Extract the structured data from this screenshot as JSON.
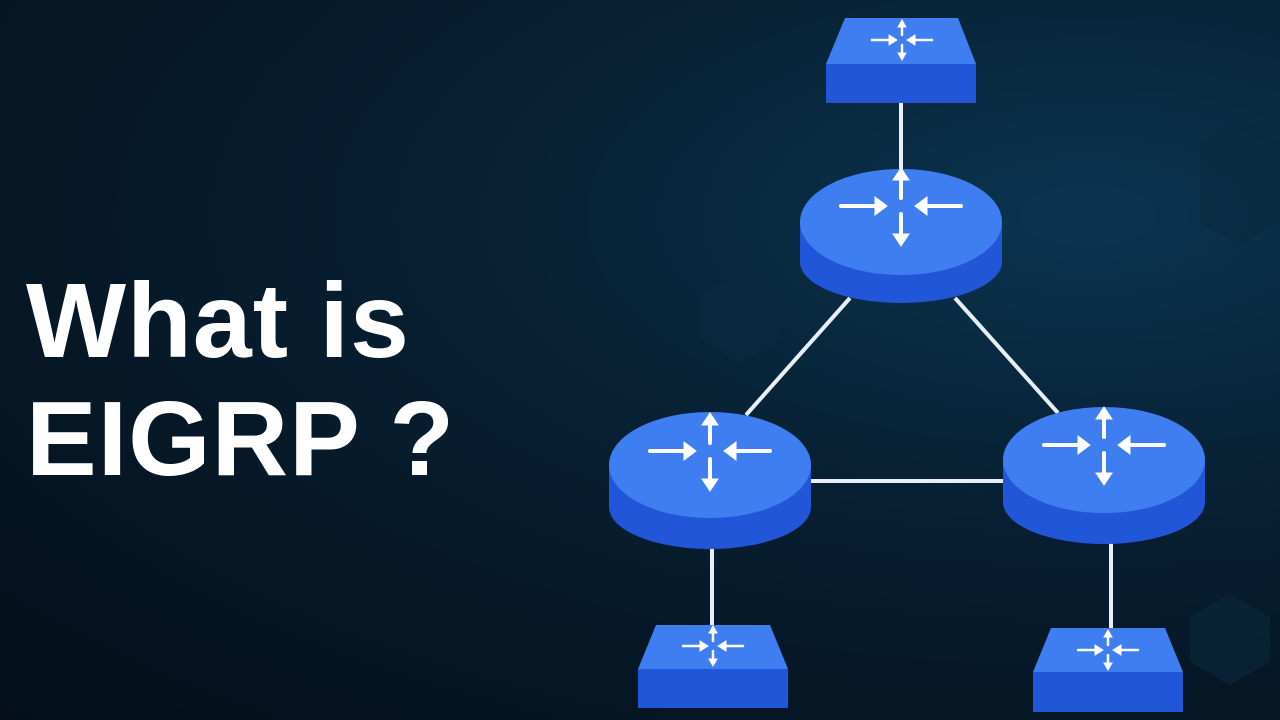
{
  "headline": {
    "line1": "What is",
    "line2": "EIGRP ?"
  },
  "colors": {
    "device_top": "#3f7ef0",
    "device_side": "#2256d9",
    "link": "#e8eef6",
    "text": "#ffffff"
  },
  "icons": {
    "router": "router-arrows-icon",
    "switch": "switch-arrows-icon"
  },
  "topology": {
    "routers": [
      "router-top",
      "router-left",
      "router-right"
    ],
    "switches": [
      "switch-top",
      "switch-bottom-left",
      "switch-bottom-right"
    ],
    "links": [
      [
        "switch-top",
        "router-top"
      ],
      [
        "router-top",
        "router-left"
      ],
      [
        "router-top",
        "router-right"
      ],
      [
        "router-left",
        "router-right"
      ],
      [
        "router-left",
        "switch-bottom-left"
      ],
      [
        "router-right",
        "switch-bottom-right"
      ]
    ]
  }
}
